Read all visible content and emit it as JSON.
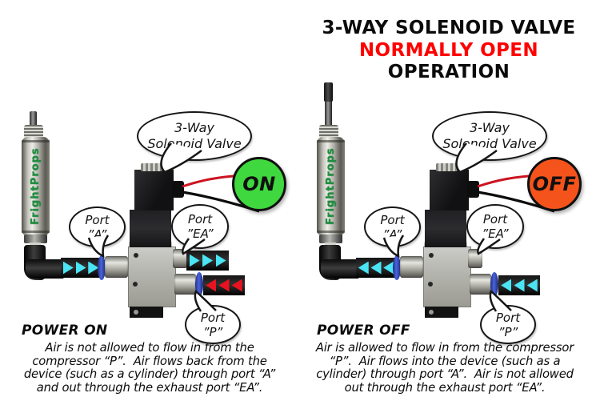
{
  "title": {
    "line1": "3-WAY SOLENOID VALVE",
    "line2": "NORMALLY OPEN",
    "line3": "OPERATION"
  },
  "cylinder_label": "FrightProps",
  "colors": {
    "on_badge": "#3fd83f",
    "off_badge": "#f5531c",
    "flow_arrow": "#4ae4f4",
    "blocked_arrow": "#e81220",
    "heading_red": "#ff0000"
  },
  "panels": {
    "on": {
      "badge": "ON",
      "valve_bubble": {
        "line1": "3-Way",
        "line2": "Solenoid Valve"
      },
      "port_a": {
        "line1": "Port",
        "line2": "”A”"
      },
      "port_ea": {
        "line1": "Port",
        "line2": "”EA”"
      },
      "port_p": {
        "line1": "Port",
        "line2": "”P”"
      },
      "caption_title": "POWER ON",
      "caption_lines": [
        "Air is not allowed to flow in from the",
        "compressor “P”.  Air flows back from the",
        "device (such as a cylinder) through port “A”",
        "and out through the exhaust port “EA”."
      ]
    },
    "off": {
      "badge": "OFF",
      "valve_bubble": {
        "line1": "3-Way",
        "line2": "Solenoid Valve"
      },
      "port_a": {
        "line1": "Port",
        "line2": "”A”"
      },
      "port_ea": {
        "line1": "Port",
        "line2": "”EA”"
      },
      "port_p": {
        "line1": "Port",
        "line2": "”P”"
      },
      "caption_title": "POWER OFF",
      "caption_lines": [
        "Air is allowed to flow in from the compressor",
        "“P”.  Air flows into the device (such as a",
        "cylinder) through port “A”.  Air is not allowed",
        "out through the exhaust port “EA”."
      ]
    }
  }
}
